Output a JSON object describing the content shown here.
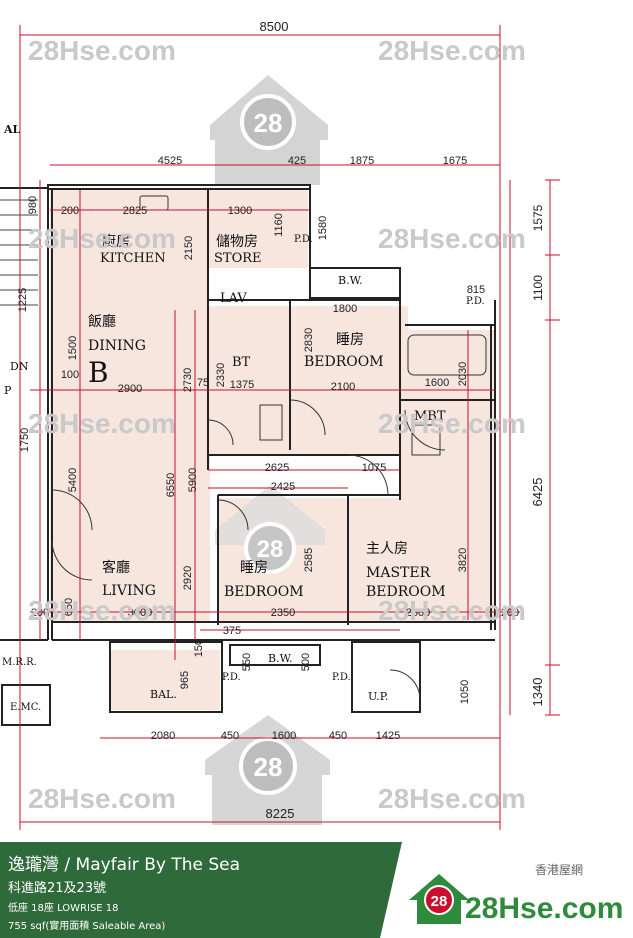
{
  "watermark": "28Hse.com",
  "watermark_badge": "28",
  "dims": {
    "top_total": "8500",
    "bottom_total": "8225",
    "d4525": "4525",
    "d425": "425",
    "d1875": "1875",
    "d1675": "1675",
    "d2825": "2825",
    "d1300": "1300",
    "d200a": "200",
    "d1575": "1575",
    "d1100": "1100",
    "d6425": "6425",
    "d1340": "1340",
    "d2150": "2150",
    "d1500": "1500",
    "d2900": "2900",
    "d1375": "1375",
    "d2100": "2100",
    "d1600": "1600",
    "d2730": "2730",
    "d2625": "2625",
    "d1075": "1075",
    "d2425": "2425",
    "d6550": "6550",
    "d5900": "5900",
    "d2920": "2920",
    "d2585": "2585",
    "d3820": "3820",
    "d3000": "3000",
    "d2350": "2350",
    "d2600": "2600",
    "d200b": "200",
    "d200c": "200",
    "d1800": "1800",
    "d815": "815",
    "d2080": "2080",
    "d450a": "450",
    "d1600b": "1600",
    "d450b": "450",
    "d1425": "1425",
    "d1050": "1050",
    "d965": "965",
    "d5400": "5400",
    "d1750": "1750",
    "d650": "650",
    "d100": "100",
    "d75": "75",
    "d375": "375",
    "d150": "150",
    "d550": "550",
    "d500": "500",
    "d2330": "2330",
    "d2030": "2030",
    "d2830": "2830",
    "d1160": "1160",
    "d1580": "1580",
    "d1225": "1225",
    "d980": "980"
  },
  "rooms": {
    "kitchen_cn": "廚房",
    "kitchen_en": "KITCHEN",
    "store_cn": "儲物房",
    "store_en": "STORE",
    "lav": "LAV",
    "dining_cn": "飯廳",
    "dining_en": "DINING",
    "dining_b": "B",
    "bt": "BT",
    "bed1_cn": "睡房",
    "bed1_en": "BEDROOM",
    "mbt": "MBT",
    "living_cn": "客廳",
    "living_en": "LIVING",
    "bed2_cn": "睡房",
    "bed2_en": "BEDROOM",
    "master_cn": "主人房",
    "master_en1": "MASTER",
    "master_en2": "BEDROOM",
    "bw1": "B.W.",
    "bw2": "B.W.",
    "bal": "BAL.",
    "pd1": "P.D.",
    "pd2": "P.D.",
    "pd3": "P.D.",
    "pd4": "P.D.",
    "up": "U.P.",
    "dn": "DN",
    "p": "P",
    "mrr": "M.R.R.",
    "emc": "E.MC.",
    "al": "AL"
  },
  "footer": {
    "title": "逸瓏灣 / Mayfair By The Sea",
    "address": "科進路21及23號",
    "block": "低座 18座   LOWRISE 18",
    "area": "755 sqf(實用面積 Saleable Area)",
    "brand_cn": "香港屋網",
    "brand_logo": "28Hse.com",
    "brand_badge": "28"
  },
  "colors": {
    "dimension": "#c8102e",
    "wall": "#222222",
    "room_fill": "#f6e6de",
    "watermark": "#cfcfcf",
    "footer_green": "#2f6a3a",
    "brand_green": "#2e8b3c"
  }
}
